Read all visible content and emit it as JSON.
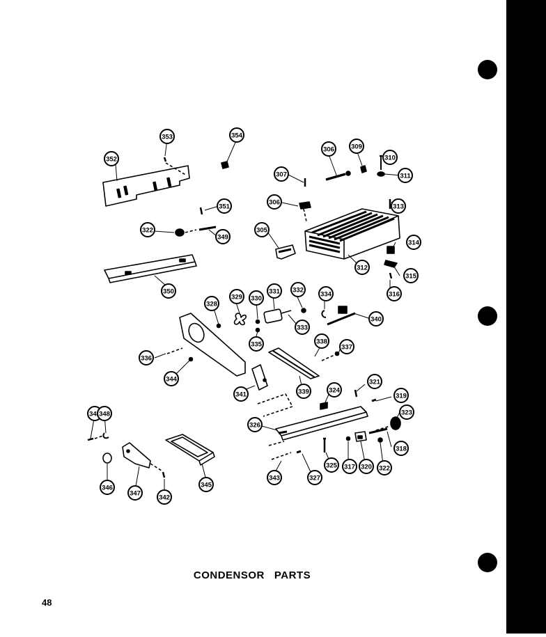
{
  "title": {
    "word1": "CONDENSOR",
    "word2": "PARTS"
  },
  "page_number": "48",
  "callouts": [
    {
      "id": "352",
      "label": "352"
    },
    {
      "id": "353",
      "label": "353"
    },
    {
      "id": "354",
      "label": "354"
    },
    {
      "id": "306a",
      "label": "306"
    },
    {
      "id": "309",
      "label": "309"
    },
    {
      "id": "310",
      "label": "310"
    },
    {
      "id": "311",
      "label": "311"
    },
    {
      "id": "307",
      "label": "307"
    },
    {
      "id": "306b",
      "label": "306"
    },
    {
      "id": "313",
      "label": "313"
    },
    {
      "id": "351",
      "label": "351"
    },
    {
      "id": "322a",
      "label": "322"
    },
    {
      "id": "349",
      "label": "349"
    },
    {
      "id": "305",
      "label": "305"
    },
    {
      "id": "312",
      "label": "312"
    },
    {
      "id": "314",
      "label": "314"
    },
    {
      "id": "315",
      "label": "315"
    },
    {
      "id": "316",
      "label": "316"
    },
    {
      "id": "350",
      "label": "350"
    },
    {
      "id": "328",
      "label": "328"
    },
    {
      "id": "329",
      "label": "329"
    },
    {
      "id": "330",
      "label": "330"
    },
    {
      "id": "331",
      "label": "331"
    },
    {
      "id": "332",
      "label": "332"
    },
    {
      "id": "334",
      "label": "334"
    },
    {
      "id": "333",
      "label": "333"
    },
    {
      "id": "340",
      "label": "340"
    },
    {
      "id": "335",
      "label": "335"
    },
    {
      "id": "338",
      "label": "338"
    },
    {
      "id": "337",
      "label": "337"
    },
    {
      "id": "336",
      "label": "336"
    },
    {
      "id": "344",
      "label": "344"
    },
    {
      "id": "341",
      "label": "341"
    },
    {
      "id": "339",
      "label": "339"
    },
    {
      "id": "324",
      "label": "324"
    },
    {
      "id": "321",
      "label": "321"
    },
    {
      "id": "319",
      "label": "319"
    },
    {
      "id": "342a",
      "label": "342"
    },
    {
      "id": "348",
      "label": "348"
    },
    {
      "id": "323",
      "label": "323"
    },
    {
      "id": "326",
      "label": "326"
    },
    {
      "id": "318",
      "label": "318"
    },
    {
      "id": "346",
      "label": "346"
    },
    {
      "id": "347",
      "label": "347"
    },
    {
      "id": "342b",
      "label": "342"
    },
    {
      "id": "345",
      "label": "345"
    },
    {
      "id": "343",
      "label": "343"
    },
    {
      "id": "327",
      "label": "327"
    },
    {
      "id": "325",
      "label": "325"
    },
    {
      "id": "317",
      "label": "317"
    },
    {
      "id": "320",
      "label": "320"
    },
    {
      "id": "322b",
      "label": "322"
    }
  ]
}
